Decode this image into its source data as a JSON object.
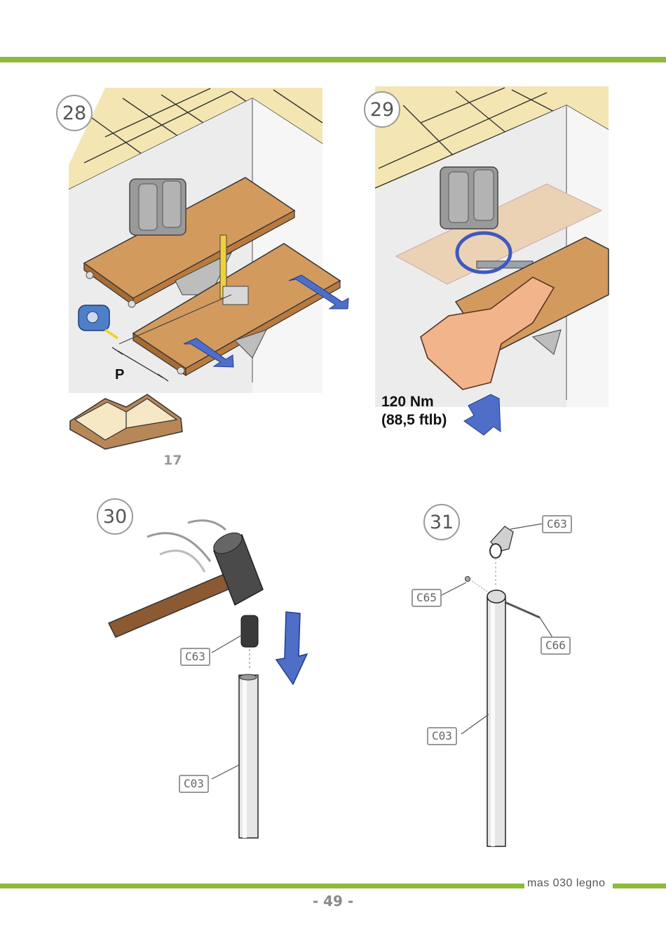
{
  "header": {
    "accent_color": "#8dbb3a"
  },
  "footer": {
    "brand": "mas 030 legno",
    "page_number": "- 49 -"
  },
  "steps": [
    {
      "number": "28",
      "dimension_label": "P",
      "manual_page_ref": "17"
    },
    {
      "number": "29",
      "torque_line1": "120 Nm",
      "torque_line2": "(88,5 ftlb)"
    },
    {
      "number": "30",
      "parts": [
        "C63",
        "C03"
      ]
    },
    {
      "number": "31",
      "parts": [
        "C63",
        "C65",
        "C66",
        "C03"
      ]
    }
  ]
}
